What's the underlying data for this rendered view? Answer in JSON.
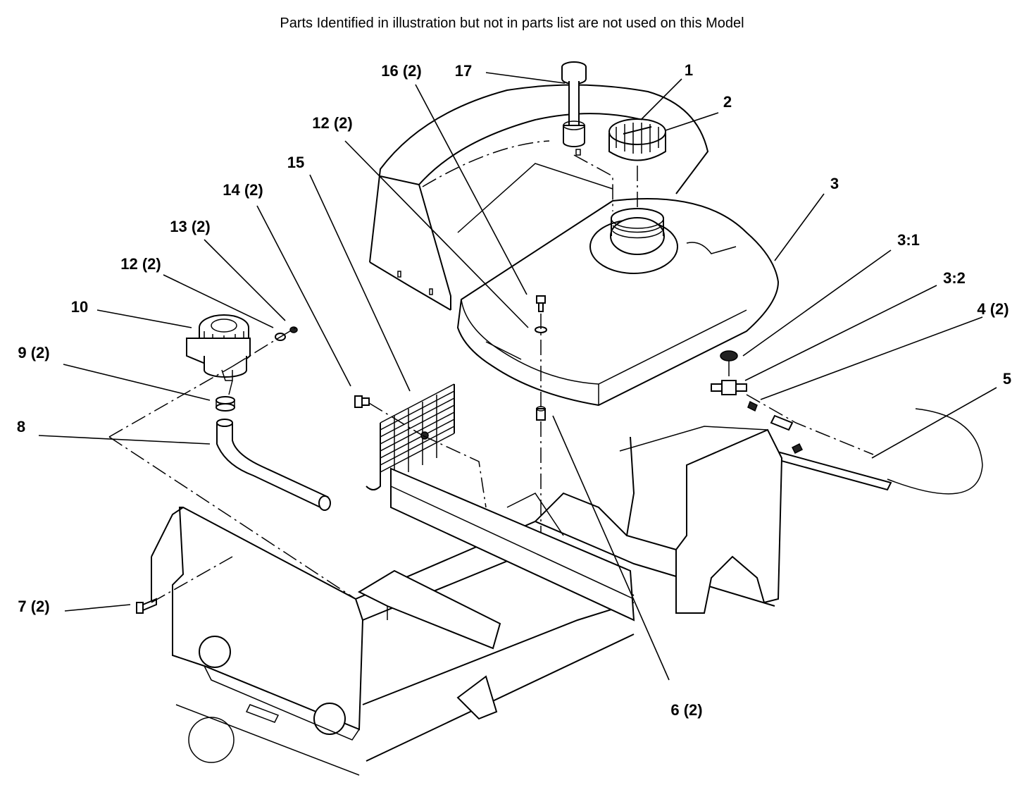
{
  "diagram": {
    "note": "Parts Identified  in illustration but not in parts list are not used on this Model",
    "callouts": {
      "c1": "1",
      "c2": "2",
      "c3": "3",
      "c3_1": "3:1",
      "c3_2": "3:2",
      "c4": "4 (2)",
      "c5": "5",
      "c6": "6 (2)",
      "c7": "7 (2)",
      "c8": "8",
      "c9": "9 (2)",
      "c10": "10",
      "c12a": "12 (2)",
      "c12b": "12 (2)",
      "c13": "13 (2)",
      "c14": "14 (2)",
      "c15": "15",
      "c16": "16 (2)",
      "c17": "17"
    }
  }
}
